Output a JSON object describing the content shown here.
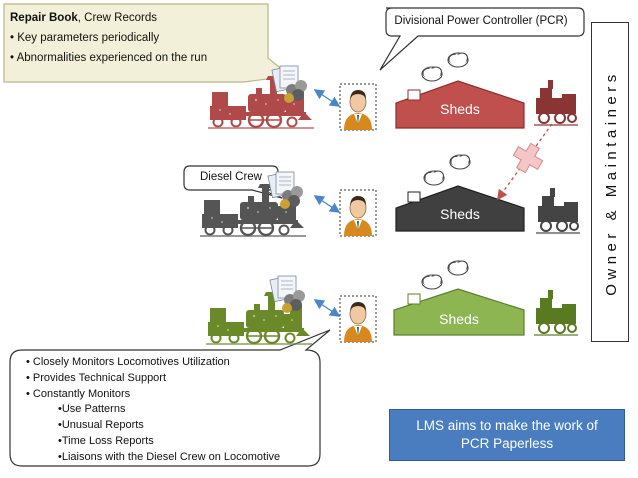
{
  "repair_callout": {
    "title_bold": "Repair Book",
    "title_rest": ", Crew Records",
    "bullets": [
      "Key parameters periodically",
      "Abnormalities experienced on the run"
    ]
  },
  "pcr_callout": {
    "label": "Divisional Power Controller (PCR)"
  },
  "diesel_callout": {
    "label": "Diesel Crew"
  },
  "sheds": [
    {
      "label": "Sheds",
      "color": "#c0504d"
    },
    {
      "label": "Sheds",
      "color": "#404040"
    },
    {
      "label": "Sheds",
      "color": "#8db552"
    }
  ],
  "locomotive_colors": [
    "#b04a4a",
    "#555555",
    "#6a8a2a"
  ],
  "owner_box": {
    "label": "Owner & Maintainers"
  },
  "monitor_callout": {
    "bullets": [
      "Closely Monitors Locomotives Utilization",
      "Provides Technical Support",
      "Constantly Monitors"
    ],
    "sub_bullets": [
      "Use Patterns",
      "Unusual Reports",
      "Time Loss Reports",
      "Liaisons with  the Diesel Crew on Locomotive"
    ]
  },
  "lms_box": {
    "line1": "LMS aims to make the work of",
    "line2": "PCR Paperless",
    "color": "#4a7dc0"
  },
  "icons": {
    "person": "person-icon",
    "documents": "documents-icon",
    "locomotive": "locomotive-icon",
    "smoke": "smoke-cloud-icon",
    "cross": "cross-icon"
  }
}
